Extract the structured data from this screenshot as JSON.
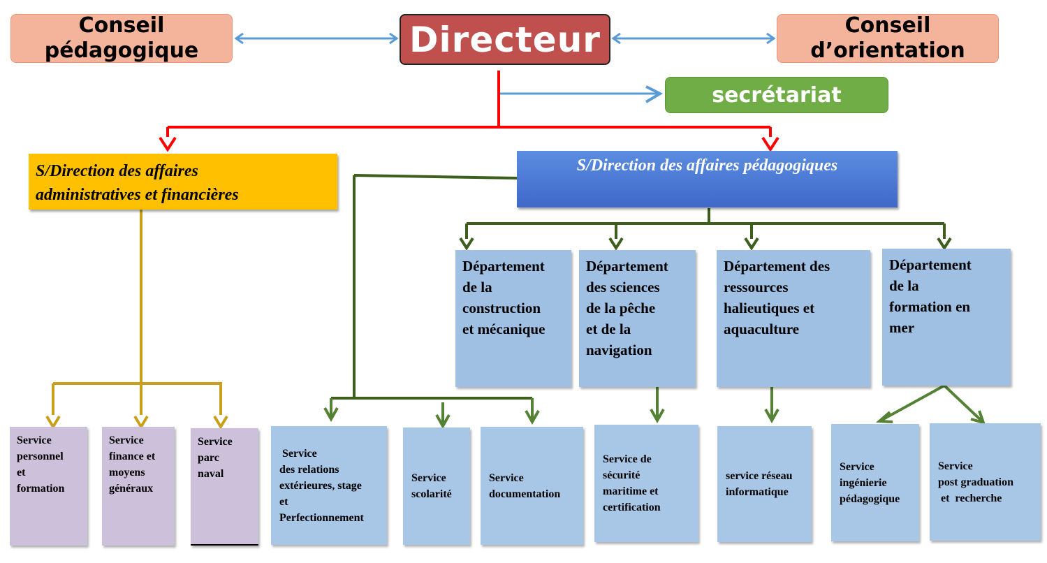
{
  "top": {
    "conseil_pedagogique": "Conseil pédagogique",
    "directeur": "Directeur",
    "conseil_orientation": "Conseil d’orientation",
    "secretariat": "secrétariat"
  },
  "subdirections": {
    "administrative": [
      "S/Direction des affaires",
      "administratives  et financières"
    ],
    "pedagogique": "S/Direction des affaires pédagogiques"
  },
  "departments": [
    [
      "Département",
      "de la",
      "construction",
      "et mécanique"
    ],
    [
      "Département",
      "des sciences",
      "de la pêche",
      "et de  la",
      "navigation"
    ],
    [
      "Département des",
      "ressources",
      "halieutiques et",
      "aquaculture"
    ],
    [
      "Département",
      "de la",
      "formation en",
      "mer"
    ]
  ],
  "admin_services": [
    [
      "Service",
      "personnel",
      "et",
      "formation"
    ],
    [
      "Service",
      "finance et",
      "moyens",
      "généraux"
    ],
    [
      "Service",
      "parc",
      "naval"
    ]
  ],
  "ped_services": [
    [
      " Service",
      "des relations",
      "extérieures, stage",
      "et",
      "Perfectionnement"
    ],
    [
      "Service",
      "scolarité"
    ],
    [
      "Service",
      "documentation"
    ]
  ],
  "dept_services": [
    [
      "Service de",
      "sécurité",
      "maritime et",
      "certification"
    ],
    [
      "service réseau",
      "informatique"
    ],
    [
      "Service",
      "ingénierie",
      "pédagogique"
    ],
    [
      "Service",
      "post graduation",
      " et  recherche"
    ]
  ],
  "colors": {
    "directeur": "#c0504d",
    "conseil": "#f4b49b",
    "secretariat": "#70ad47",
    "sdaf": "#ffc000",
    "sdap": "#4472c4",
    "department": "#9fbfe3",
    "service_blue": "#a8c6e6",
    "service_purple": "#ccc0da",
    "link_blue": "#5b9bd5",
    "link_red": "#ff0000",
    "link_gold": "#c9a019",
    "link_green": "#3d5f1d",
    "link_lightgreen": "#548235"
  }
}
